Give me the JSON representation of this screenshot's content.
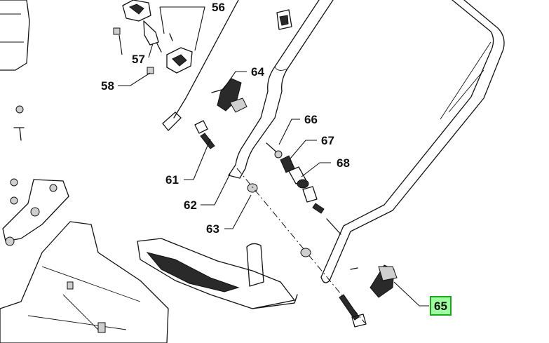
{
  "callouts": [
    {
      "id": "56",
      "label": "56"
    },
    {
      "id": "57",
      "label": "57"
    },
    {
      "id": "58",
      "label": "58"
    },
    {
      "id": "64",
      "label": "64"
    },
    {
      "id": "66",
      "label": "66"
    },
    {
      "id": "67",
      "label": "67"
    },
    {
      "id": "68",
      "label": "68"
    },
    {
      "id": "61",
      "label": "61"
    },
    {
      "id": "62",
      "label": "62"
    },
    {
      "id": "63",
      "label": "63"
    },
    {
      "id": "65",
      "label": "65",
      "highlighted": true
    }
  ],
  "colors": {
    "highlight_fill": "#9dff9d",
    "highlight_border": "#19a819",
    "line": "#111111"
  }
}
